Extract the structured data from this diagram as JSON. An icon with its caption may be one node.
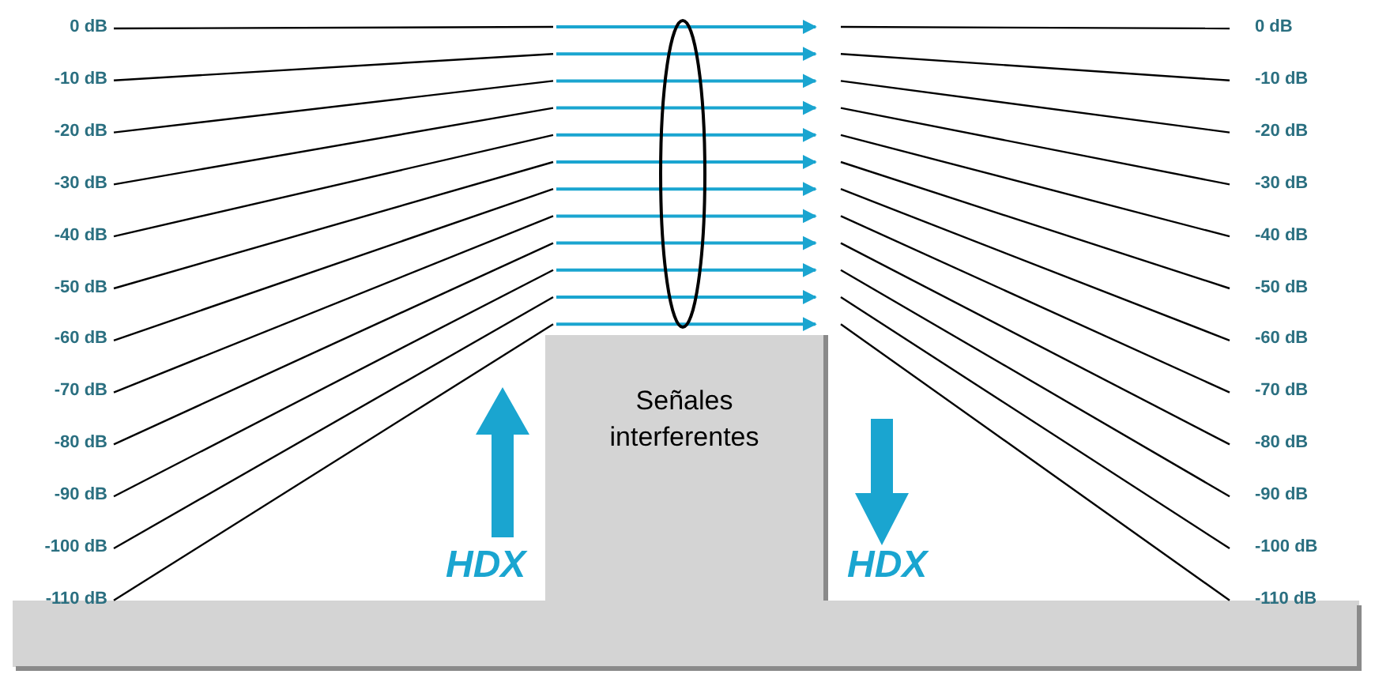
{
  "diagram": {
    "nodes": [
      {
        "text": [
          "Señales interferentes"
        ]
      }
    ],
    "labels": [
      "0 dB",
      "0 dB",
      "-10 dB",
      "-10 dB",
      "-20 dB",
      "-20 dB",
      "-30 dB",
      "-30 dB",
      "-40 dB",
      "-40 dB",
      "-50 dB",
      "-50 dB",
      "-60 dB",
      "-60 dB",
      "-70 dB",
      "-70 dB",
      "-80 dB",
      "-80 dB",
      "-90 dB",
      "-90 dB",
      "-100 dB",
      "-100 dB",
      "HDX",
      "HDX",
      "-110 dB",
      "-110 dB"
    ]
  }
}
